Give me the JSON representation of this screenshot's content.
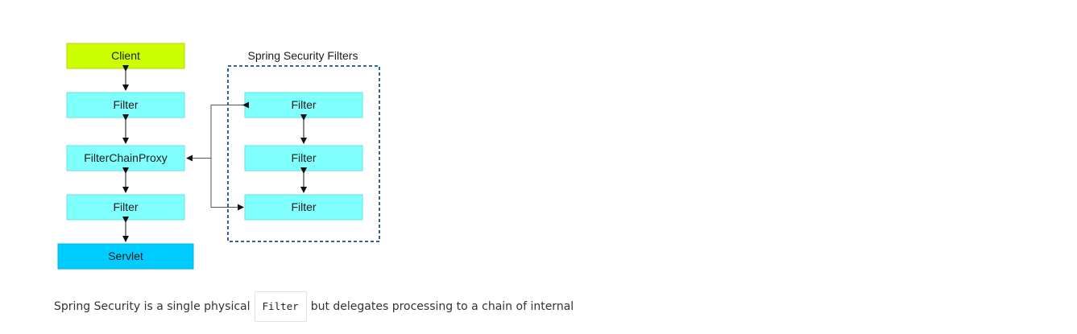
{
  "diagram": {
    "nodes": {
      "client": "Client",
      "filter_top": "Filter",
      "filter_chain_proxy": "FilterChainProxy",
      "filter_bottom": "Filter",
      "servlet": "Servlet",
      "sec_filter_1": "Filter",
      "sec_filter_2": "Filter",
      "sec_filter_3": "Filter"
    },
    "group_title": "Spring Security Filters",
    "colors": {
      "client": "#ccff00",
      "filter": "#80ffff",
      "servlet": "#00ccff",
      "group_border": "#2f64a0"
    }
  },
  "caption": {
    "before": "Spring Security is a single physical",
    "code": "Filter",
    "after": "but delegates processing to a chain of internal"
  }
}
